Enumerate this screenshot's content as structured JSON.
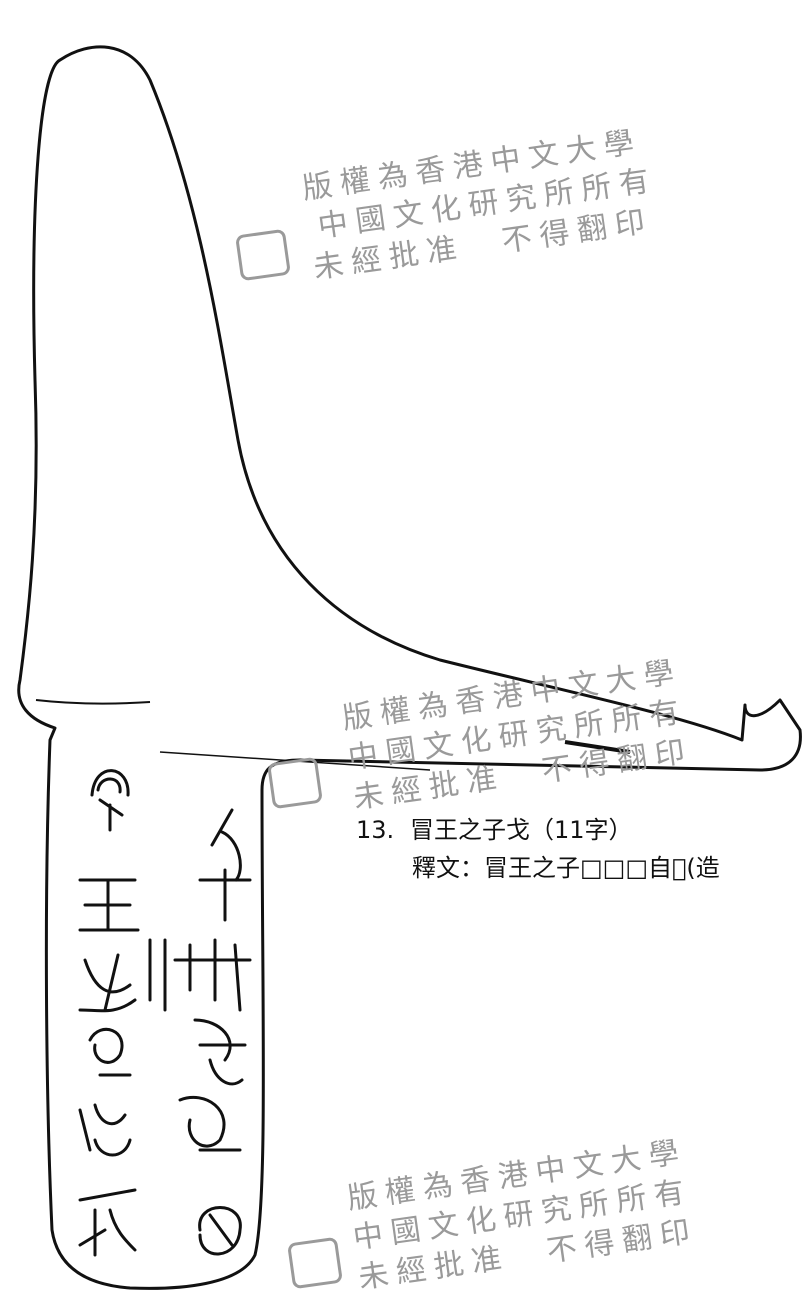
{
  "caption": {
    "number": "13.",
    "title": "冒王之子戈（11字）",
    "transcription": "釋文：冒王之子□□□自𨤲(造"
  },
  "watermark": {
    "line1": "版權為香港中文大學",
    "line2": "中國文化研究所所有",
    "line3": "未經批准　不得翻印"
  },
  "colors": {
    "ink": "#111111",
    "watermark": "#9a9a9a"
  }
}
